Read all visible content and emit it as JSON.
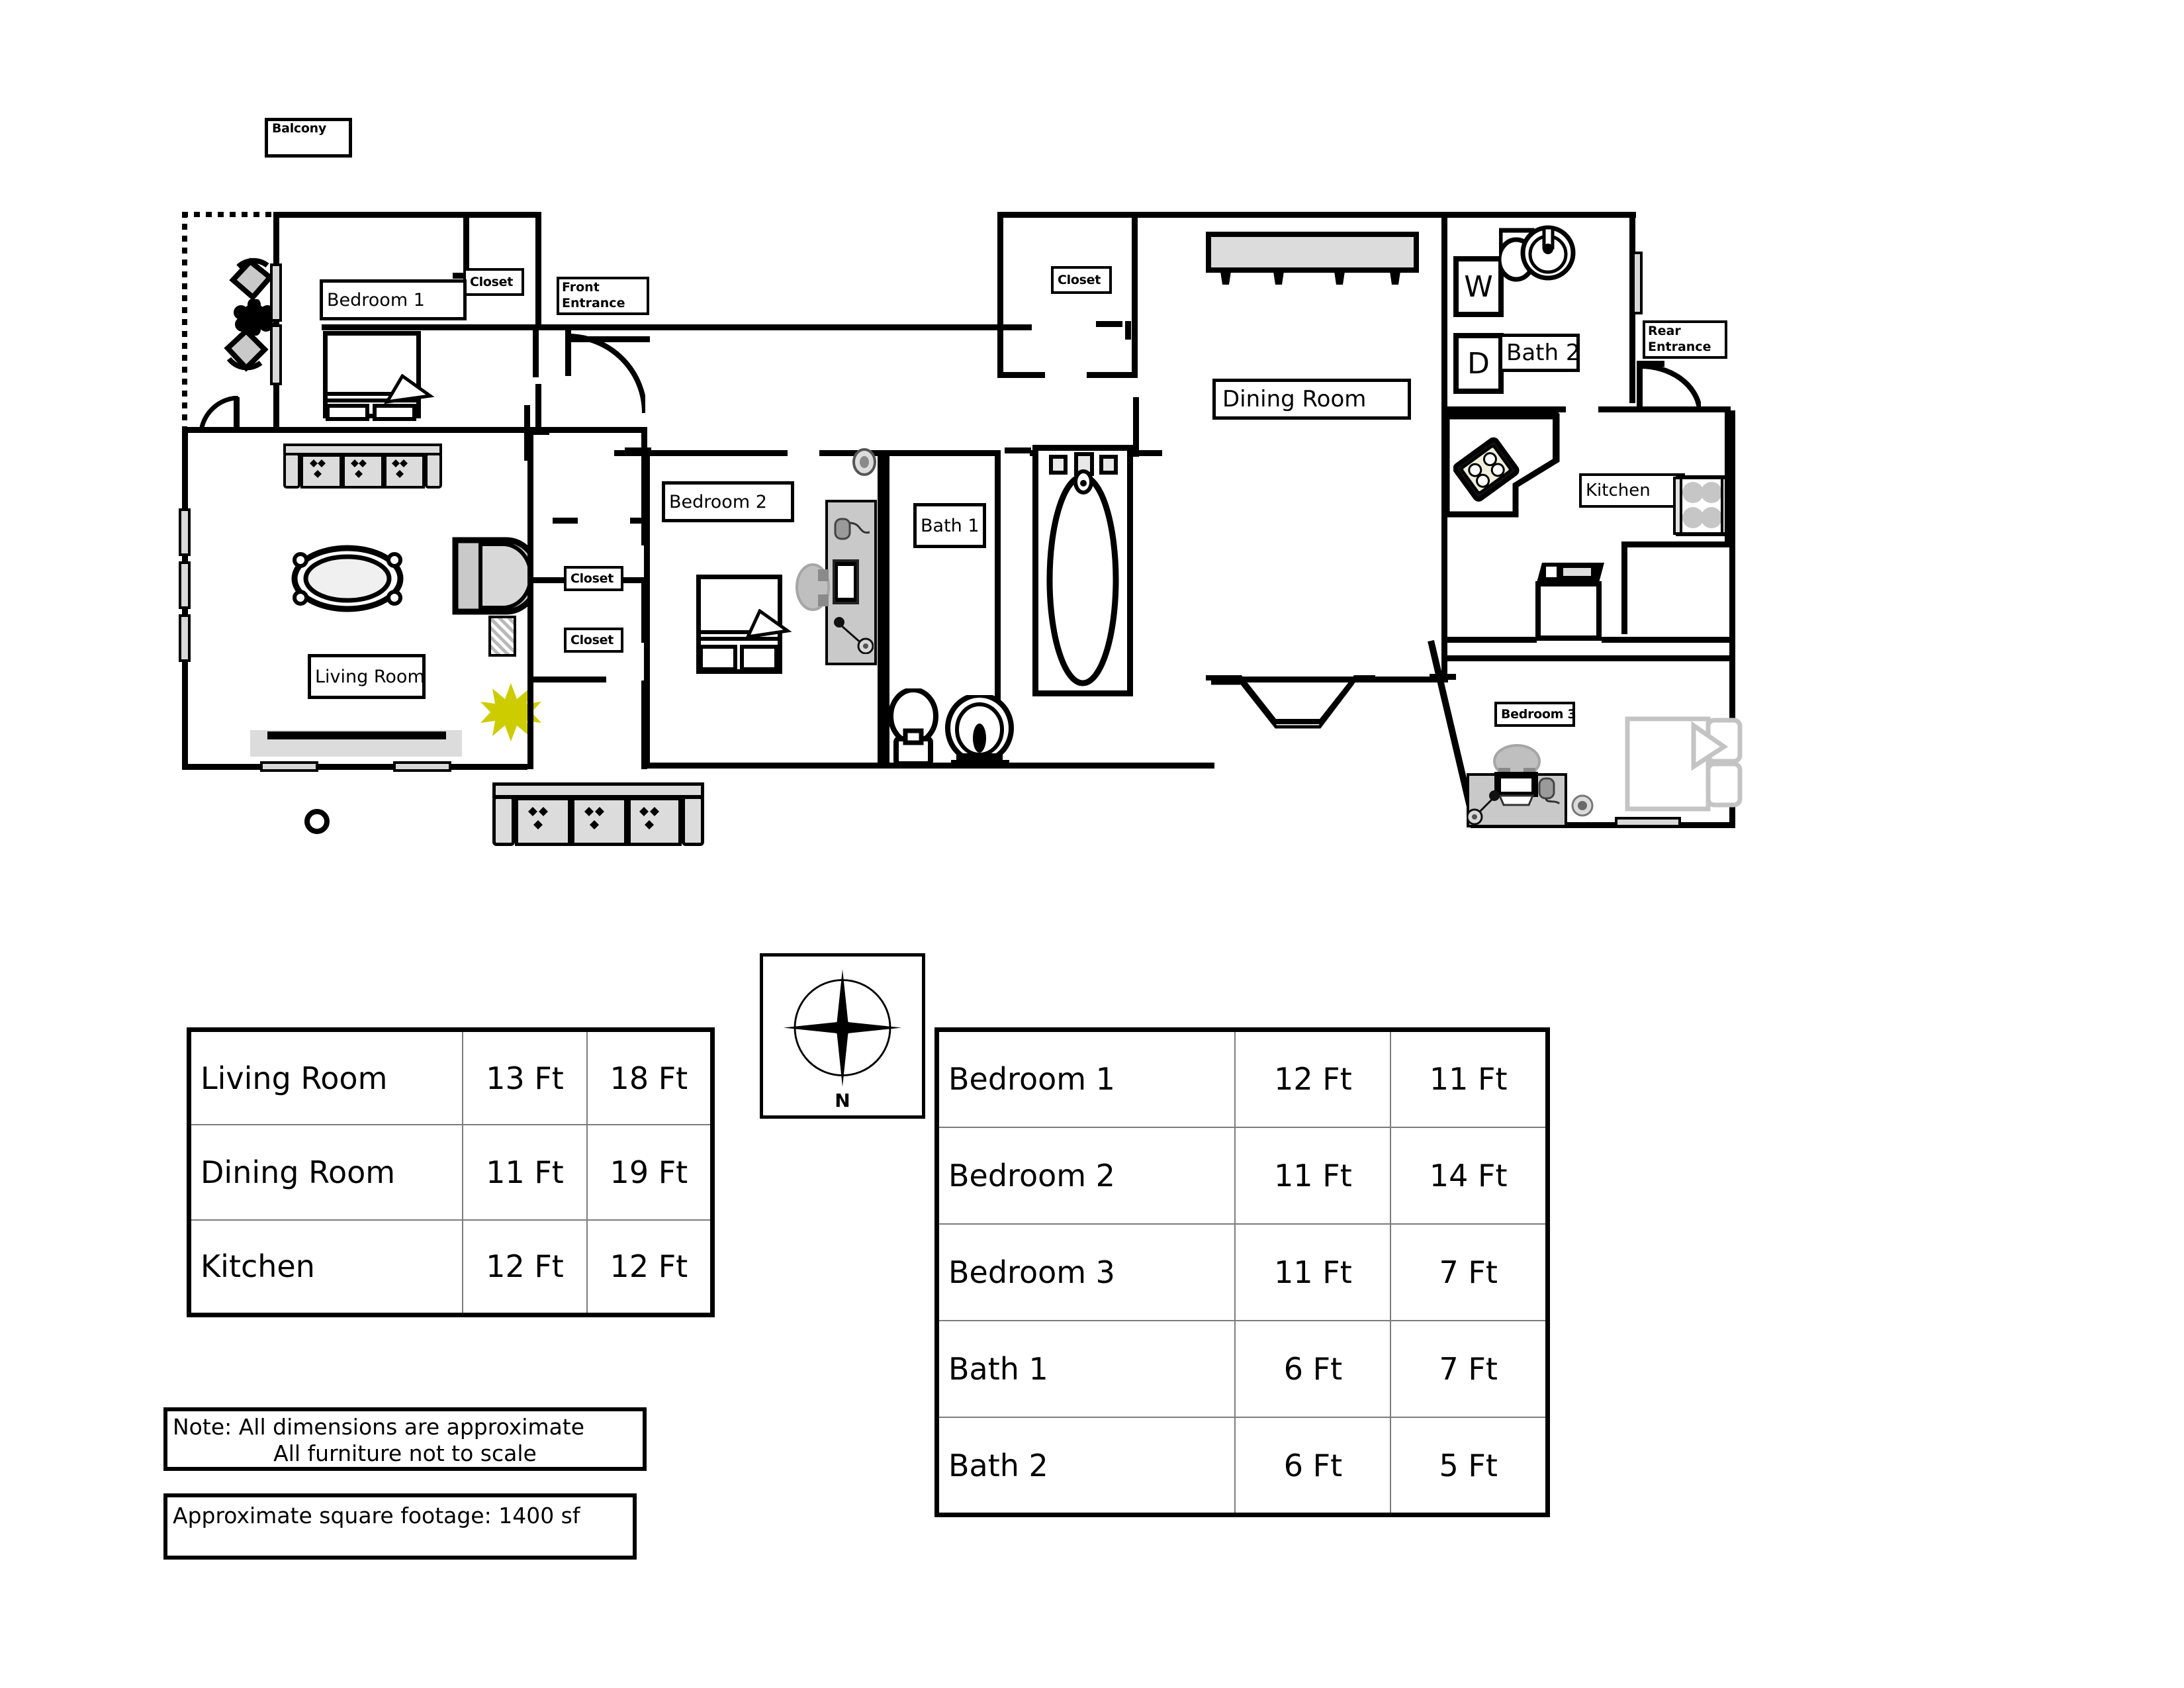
{
  "plan": {
    "balcony_label": "Balcony",
    "rooms": [
      {
        "key": "bedroom1",
        "label": "Bedroom 1"
      },
      {
        "key": "bedroom2",
        "label": "Bedroom 2"
      },
      {
        "key": "bedroom3",
        "label": "Bedroom 3"
      },
      {
        "key": "living",
        "label": "Living Room"
      },
      {
        "key": "dining",
        "label": "Dining Room"
      },
      {
        "key": "kitchen",
        "label": "Kitchen"
      },
      {
        "key": "bath1",
        "label": "Bath 1"
      },
      {
        "key": "bath2",
        "label": "Bath 2"
      }
    ],
    "closet_label": "Closet",
    "closets": [
      "Closet",
      "Closet",
      "Closet",
      "Closet"
    ],
    "front_entrance": {
      "line1": "Front",
      "line2": "Entrance"
    },
    "rear_entrance": {
      "line1": "Rear",
      "line2": "Entrance"
    },
    "appliances": {
      "washer": "W",
      "dryer": "D"
    },
    "accent_color": "#cccc00"
  },
  "compass": {
    "north_label": "N"
  },
  "tables": {
    "left": {
      "rows": [
        {
          "name": "Living Room",
          "width": "13 Ft",
          "length": "18 Ft"
        },
        {
          "name": "Dining Room",
          "width": "11 Ft",
          "length": "19 Ft"
        },
        {
          "name": "Kitchen",
          "width": "12 Ft",
          "length": "12 Ft"
        }
      ]
    },
    "right": {
      "rows": [
        {
          "name": "Bedroom 1",
          "width": "12 Ft",
          "length": "11 Ft"
        },
        {
          "name": "Bedroom 2",
          "width": "11 Ft",
          "length": "14 Ft"
        },
        {
          "name": "Bedroom 3",
          "width": "11 Ft",
          "length": "7 Ft"
        },
        {
          "name": "Bath 1",
          "width": "6 Ft",
          "length": "7 Ft"
        },
        {
          "name": "Bath 2",
          "width": "6 Ft",
          "length": "5 Ft"
        }
      ]
    }
  },
  "notes": {
    "dimensions_note_line1": "Note: All dimensions are approximate",
    "dimensions_note_line2": "All furniture not to scale",
    "square_footage": "Approximate square footage: 1400 sf"
  }
}
